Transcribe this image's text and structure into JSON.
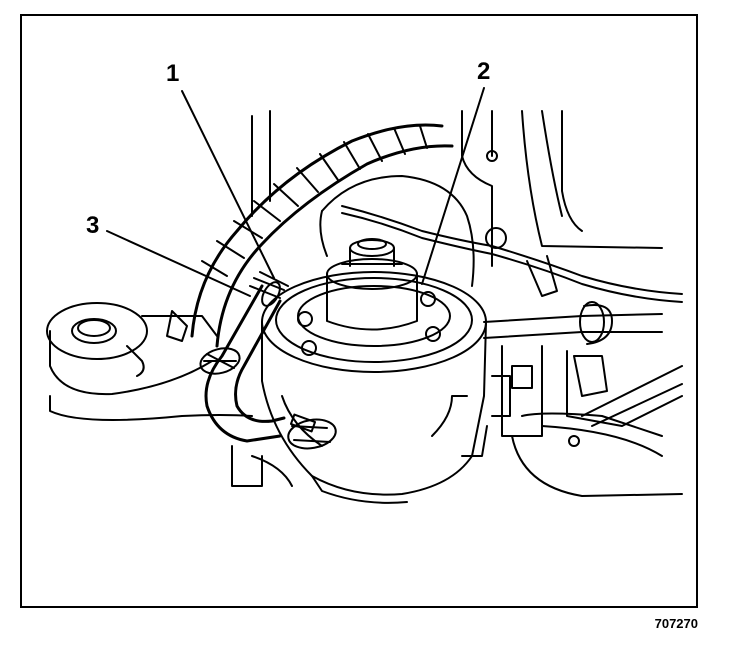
{
  "callouts": [
    {
      "label": "1"
    },
    {
      "label": "2"
    },
    {
      "label": "3"
    }
  ],
  "figure_id": "707270"
}
